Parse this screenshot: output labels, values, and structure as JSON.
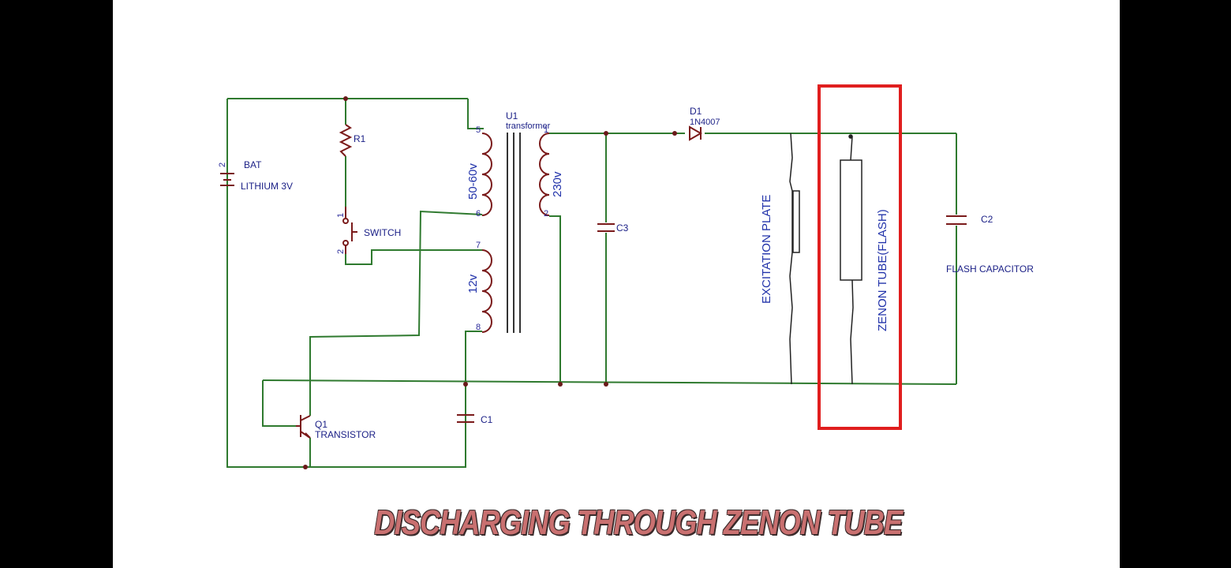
{
  "colors": {
    "wire": "#2f7a2f",
    "component": "#7a1a1a",
    "label": "#1a1f86",
    "highlight": "#e01e1e",
    "caption": "#c97070",
    "caption_outline": "#3a2a2a",
    "background": "#ffffff",
    "letterbox": "#000000"
  },
  "components": {
    "battery": {
      "ref": "BAT",
      "value": "LITHIUM 3V",
      "pin": "2"
    },
    "r1": {
      "ref": "R1"
    },
    "switch": {
      "label": "SWITCH",
      "pin1": "1",
      "pin2": "2"
    },
    "transformer": {
      "ref": "U1",
      "name": "transformer",
      "pins": {
        "p1": "1",
        "p2": "2",
        "p5": "5",
        "p6": "6",
        "p7": "7",
        "p8": "8"
      },
      "primary_voltage": "50-60v",
      "secondary_voltage": "230v",
      "aux_voltage": "12v"
    },
    "d1": {
      "ref": "D1",
      "value": "1N4007"
    },
    "c3": {
      "ref": "C3"
    },
    "excitation_plate": {
      "label": "EXCITATION PLATE"
    },
    "zenon_tube": {
      "label": "ZENON TUBE(FLASH)"
    },
    "c2": {
      "ref": "C2",
      "label": "FLASH CAPACITOR"
    },
    "c1": {
      "ref": "C1"
    },
    "q1": {
      "ref": "Q1",
      "label": "TRANSISTOR"
    }
  },
  "caption": "DISCHARGING THROUGH ZENON TUBE"
}
